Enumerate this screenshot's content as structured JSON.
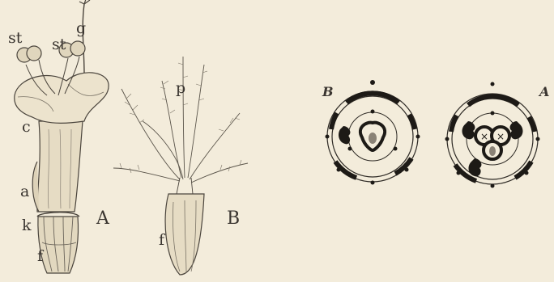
{
  "figure_a": {
    "big_label": "A",
    "part_labels": {
      "st_left": "st",
      "st_right": "st",
      "g": "g",
      "c": "c",
      "a": "a",
      "k": "k",
      "f": "f"
    }
  },
  "figure_b": {
    "big_label": "B",
    "part_labels": {
      "p": "p",
      "f": "f"
    }
  },
  "diagrams": {
    "left_label": "B",
    "right_label": "A"
  },
  "colors": {
    "background": "#f3ecdb",
    "ink": "#3a3530"
  }
}
